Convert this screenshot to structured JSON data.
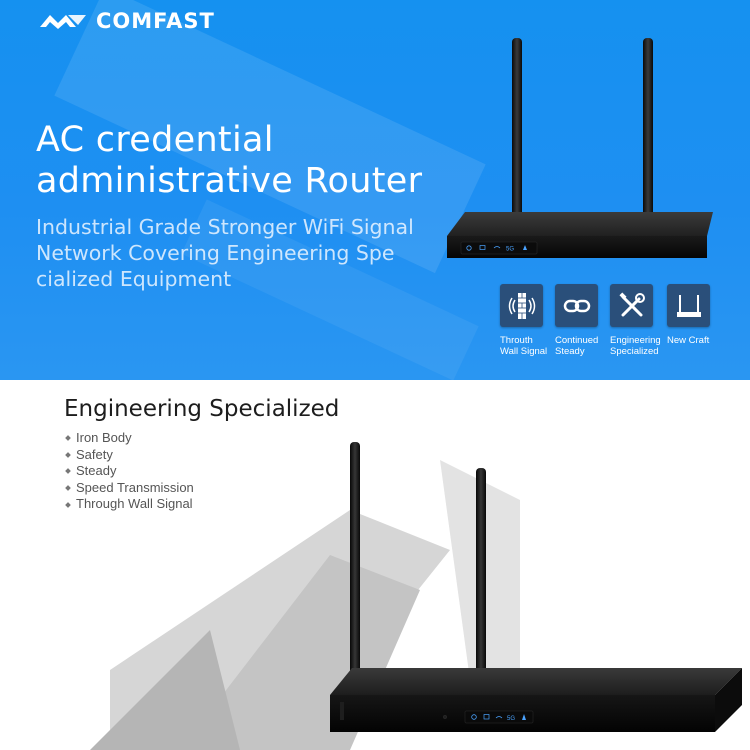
{
  "brand": {
    "name": "COMFAST"
  },
  "banner": {
    "headline_line1": "AC credential",
    "headline_line2": "administrative Router",
    "subline_line1": "Industrial Grade Stronger WiFi Signal",
    "subline_line2": "Network Covering Engineering Spe",
    "subline_line3": "cialized Equipment",
    "colors": {
      "background": "#1e8ff2",
      "tile": "#2a4f7a"
    }
  },
  "features": [
    {
      "icon": "wall-signal-icon",
      "line1": "Throuth",
      "line2": "Wall Signal"
    },
    {
      "icon": "chain-link-icon",
      "line1": "Continued",
      "line2": "Steady"
    },
    {
      "icon": "tools-icon",
      "line1": "Engineering",
      "line2": "Specialized"
    },
    {
      "icon": "router-icon",
      "line1": "New Craft",
      "line2": ""
    }
  ],
  "router_panel": {
    "indicator": "5G"
  },
  "section": {
    "title": "Engineering Specialized",
    "bullets": [
      "Iron Body",
      "Safety",
      "Steady",
      "Speed Transmission",
      "Through Wall Signal"
    ]
  }
}
